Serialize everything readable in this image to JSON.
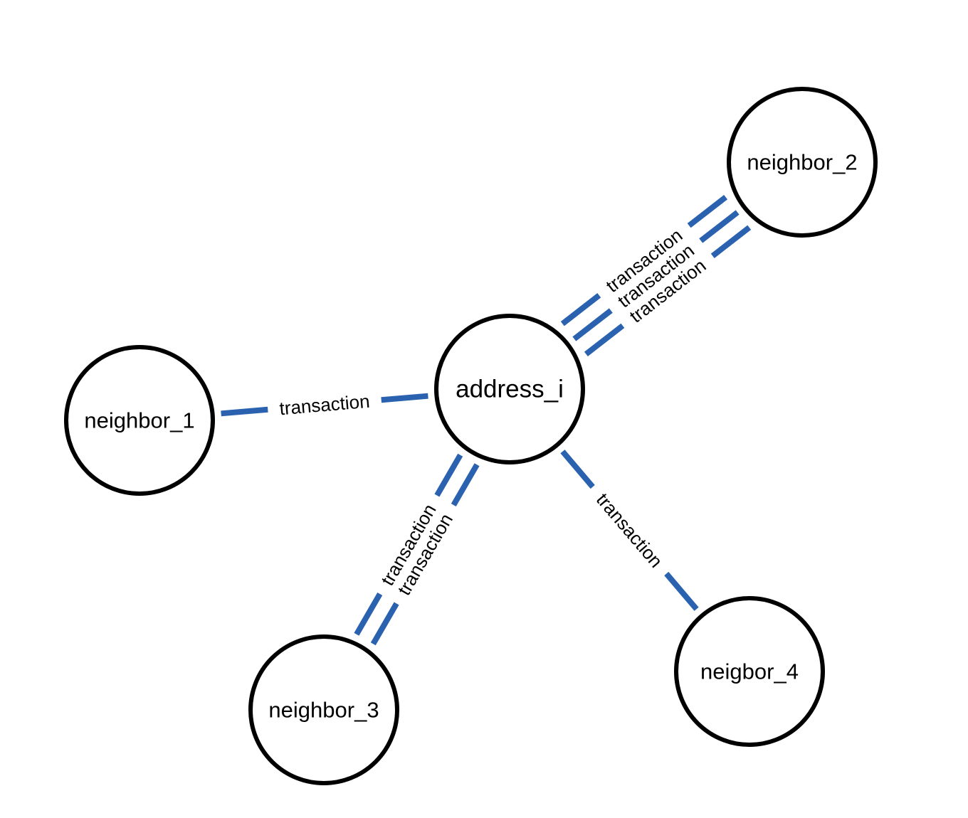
{
  "diagram": {
    "type": "graph",
    "edge_color": "#2a62b0",
    "node_stroke_color": "#000000",
    "nodes": [
      {
        "id": "address_i",
        "label": "address_i"
      },
      {
        "id": "neighbor_1",
        "label": "neighbor_1"
      },
      {
        "id": "neighbor_2",
        "label": "neighbor_2"
      },
      {
        "id": "neighbor_3",
        "label": "neighbor_3"
      },
      {
        "id": "neigbor_4",
        "label": "neigbor_4"
      }
    ],
    "edges": [
      {
        "source": "address_i",
        "target": "neighbor_1",
        "label": "transaction"
      },
      {
        "source": "address_i",
        "target": "neighbor_2",
        "label": "transaction"
      },
      {
        "source": "address_i",
        "target": "neighbor_2",
        "label": "transaction"
      },
      {
        "source": "address_i",
        "target": "neighbor_2",
        "label": "transaction"
      },
      {
        "source": "address_i",
        "target": "neighbor_3",
        "label": "transaction"
      },
      {
        "source": "address_i",
        "target": "neighbor_3",
        "label": "transaction"
      },
      {
        "source": "address_i",
        "target": "neigbor_4",
        "label": "transaction"
      }
    ]
  }
}
